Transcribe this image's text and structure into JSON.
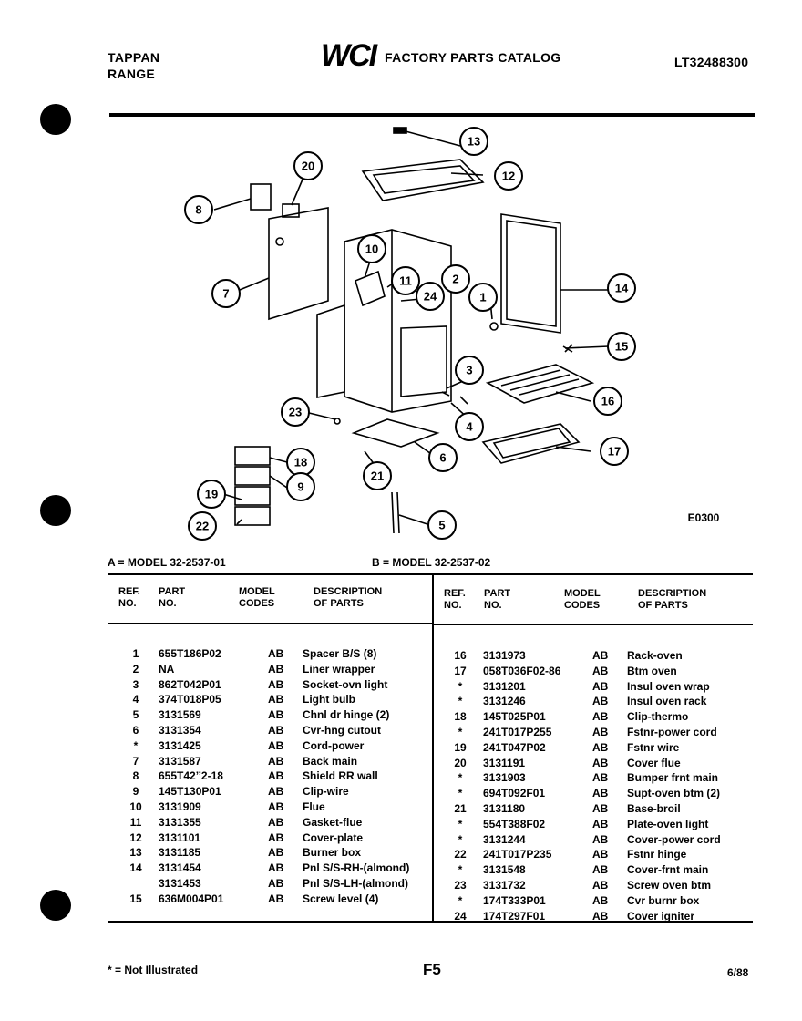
{
  "header": {
    "brand_line1": "TAPPAN",
    "brand_line2": "RANGE",
    "logo": "WCI",
    "catalog_title": "FACTORY PARTS CATALOG",
    "catalog_number": "LT32488300"
  },
  "diagram": {
    "code": "E0300",
    "callouts": [
      "13",
      "12",
      "20",
      "8",
      "7",
      "10",
      "11",
      "24",
      "2",
      "14",
      "1",
      "15",
      "3",
      "16",
      "4",
      "23",
      "6",
      "17",
      "18",
      "9",
      "21",
      "19",
      "22",
      "5"
    ]
  },
  "models": {
    "a": "A = MODEL 32-2537-01",
    "b": "B = MODEL 32-2537-02"
  },
  "table": {
    "headers": {
      "ref": [
        "REF.",
        "NO."
      ],
      "part": [
        "PART",
        "NO."
      ],
      "model": [
        "MODEL",
        "CODES"
      ],
      "desc": [
        "DESCRIPTION",
        "OF PARTS"
      ]
    },
    "left_rows": [
      {
        "ref": "1",
        "part": "655T186P02",
        "codes": "AB",
        "desc": "Spacer B/S (8)"
      },
      {
        "ref": "2",
        "part": "NA",
        "codes": "AB",
        "desc": "Liner wrapper"
      },
      {
        "ref": "3",
        "part": "862T042P01",
        "codes": "AB",
        "desc": "Socket-ovn light"
      },
      {
        "ref": "4",
        "part": "374T018P05",
        "codes": "AB",
        "desc": "Light bulb"
      },
      {
        "ref": "5",
        "part": "3131569",
        "codes": "AB",
        "desc": "Chnl dr hinge (2)"
      },
      {
        "ref": "6",
        "part": "3131354",
        "codes": "AB",
        "desc": "Cvr-hng cutout"
      },
      {
        "ref": "*",
        "part": "3131425",
        "codes": "AB",
        "desc": "Cord-power"
      },
      {
        "ref": "7",
        "part": "3131587",
        "codes": "AB",
        "desc": "Back main"
      },
      {
        "ref": "8",
        "part": "655T42’’2-18",
        "codes": "AB",
        "desc": "Shield RR wall"
      },
      {
        "ref": "9",
        "part": "145T130P01",
        "codes": "AB",
        "desc": "Clip-wire"
      },
      {
        "ref": "10",
        "part": "3131909",
        "codes": "AB",
        "desc": "Flue"
      },
      {
        "ref": "11",
        "part": "3131355",
        "codes": "AB",
        "desc": "Gasket-flue"
      },
      {
        "ref": "12",
        "part": "3131101",
        "codes": "AB",
        "desc": "Cover-plate"
      },
      {
        "ref": "13",
        "part": "3131185",
        "codes": "AB",
        "desc": "Burner box"
      },
      {
        "ref": "14",
        "part": "3131454",
        "codes": "AB",
        "desc": "Pnl S/S-RH-(almond)"
      },
      {
        "ref": "",
        "part": "3131453",
        "codes": "AB",
        "desc": "Pnl S/S-LH-(almond)"
      },
      {
        "ref": "15",
        "part": "636M004P01",
        "codes": "AB",
        "desc": "Screw level (4)"
      }
    ],
    "right_rows": [
      {
        "ref": "16",
        "part": "3131973",
        "codes": "AB",
        "desc": "Rack-oven"
      },
      {
        "ref": "17",
        "part": "058T036F02-86",
        "codes": "AB",
        "desc": "Btm oven"
      },
      {
        "ref": "*",
        "part": "3131201",
        "codes": "AB",
        "desc": "Insul oven wrap"
      },
      {
        "ref": "*",
        "part": "3131246",
        "codes": "AB",
        "desc": "Insul oven rack"
      },
      {
        "ref": "18",
        "part": "145T025P01",
        "codes": "AB",
        "desc": "Clip-thermo"
      },
      {
        "ref": "*",
        "part": "241T017P255",
        "codes": "AB",
        "desc": "Fstnr-power cord"
      },
      {
        "ref": "19",
        "part": "241T047P02",
        "codes": "AB",
        "desc": "Fstnr wire"
      },
      {
        "ref": "20",
        "part": "3131191",
        "codes": "AB",
        "desc": "Cover flue"
      },
      {
        "ref": "*",
        "part": "3131903",
        "codes": "AB",
        "desc": "Bumper frnt main"
      },
      {
        "ref": "*",
        "part": "694T092F01",
        "codes": "AB",
        "desc": "Supt-oven btm (2)"
      },
      {
        "ref": "21",
        "part": "3131180",
        "codes": "AB",
        "desc": "Base-broil"
      },
      {
        "ref": "*",
        "part": "554T388F02",
        "codes": "AB",
        "desc": "Plate-oven light"
      },
      {
        "ref": "*",
        "part": "3131244",
        "codes": "AB",
        "desc": "Cover-power cord"
      },
      {
        "ref": "22",
        "part": "241T017P235",
        "codes": "AB",
        "desc": "Fstnr hinge"
      },
      {
        "ref": "*",
        "part": "3131548",
        "codes": "AB",
        "desc": "Cover-frnt main"
      },
      {
        "ref": "23",
        "part": "3131732",
        "codes": "AB",
        "desc": "Screw oven btm"
      },
      {
        "ref": "*",
        "part": "174T333P01",
        "codes": "AB",
        "desc": "Cvr burnr box"
      },
      {
        "ref": "24",
        "part": "174T297F01",
        "codes": "AB",
        "desc": "Cover igniter"
      }
    ]
  },
  "footer": {
    "note": "* = Not Illustrated",
    "page": "F5",
    "date": "6/88"
  }
}
